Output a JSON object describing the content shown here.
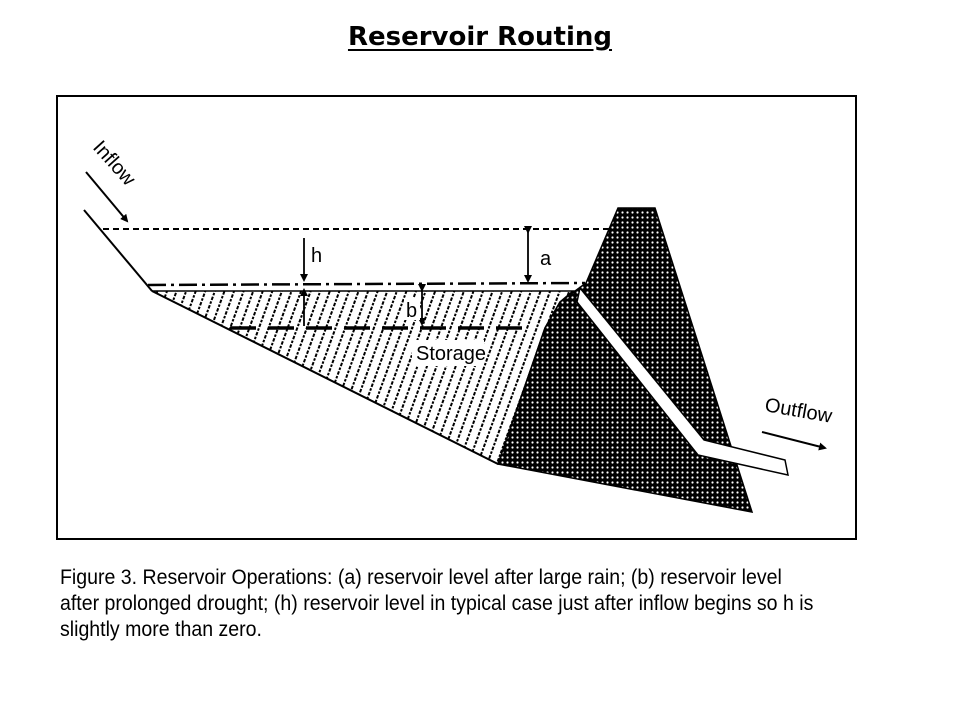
{
  "title": "Reservoir Routing",
  "diagram": {
    "labels": {
      "inflow": "Inflow",
      "outflow": "Outflow",
      "a": "a",
      "b": "b",
      "h": "h",
      "storage": "Storage"
    }
  },
  "caption": "Figure 3. Reservoir Operations: (a) reservoir level after large rain; (b) reservoir level after prolonged drought; (h) reservoir level in typical case just after inflow begins so h is slightly more than zero."
}
